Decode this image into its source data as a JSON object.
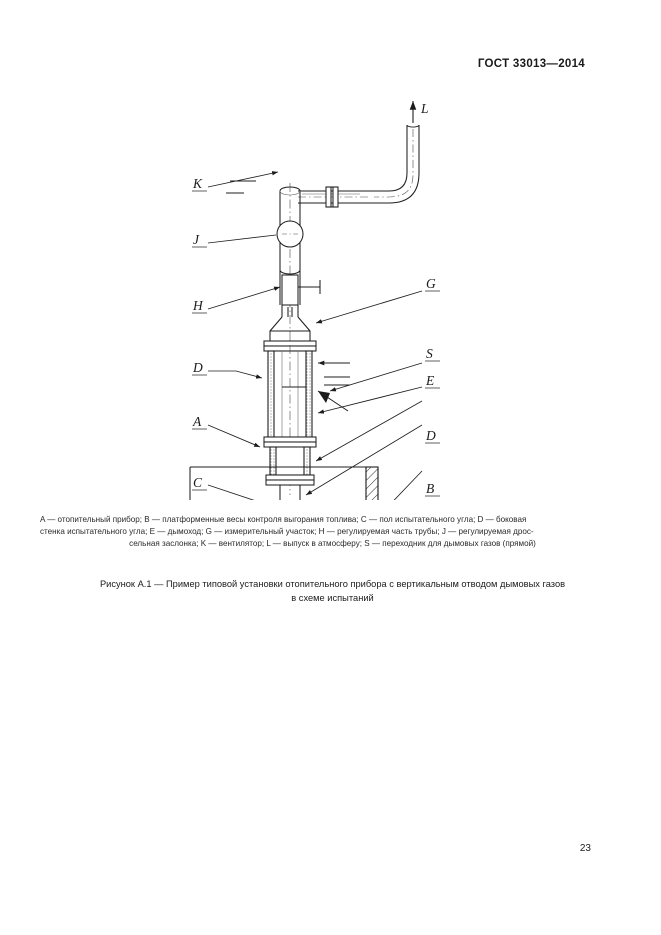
{
  "header": {
    "standard_title": "ГОСТ 33013—2014"
  },
  "figure": {
    "labels": {
      "L": "L",
      "K": "K",
      "J": "J",
      "H": "H",
      "G": "G",
      "D_upper": "D",
      "S": "S",
      "E": "E",
      "A": "A",
      "D_lower": "D",
      "C": "C",
      "B": "B"
    }
  },
  "legend": {
    "line1": "A — отопительный прибор; B — платформенные весы контроля выгорания топлива; C — пол испытательного угла; D — боковая",
    "line2": "стенка испытательного угла; E — дымоход; G — измерительный участок; H — регулируемая часть трубы; J — регулируемая  дрос-",
    "line3": "сельная заслонка; K — вентилятор; L — выпуск в атмосферу; S — переходник для дымовых газов (прямой)"
  },
  "caption": {
    "line1": "Рисунок А.1 — Пример типовой установки отопительного прибора с вертикальным отводом дымовых газов",
    "line2": "в схеме испытаний"
  },
  "footer": {
    "page_number": "23"
  },
  "colors": {
    "ink": "#1c1c1c",
    "line": "#222222",
    "hatch": "#333333",
    "paper": "#ffffff"
  }
}
